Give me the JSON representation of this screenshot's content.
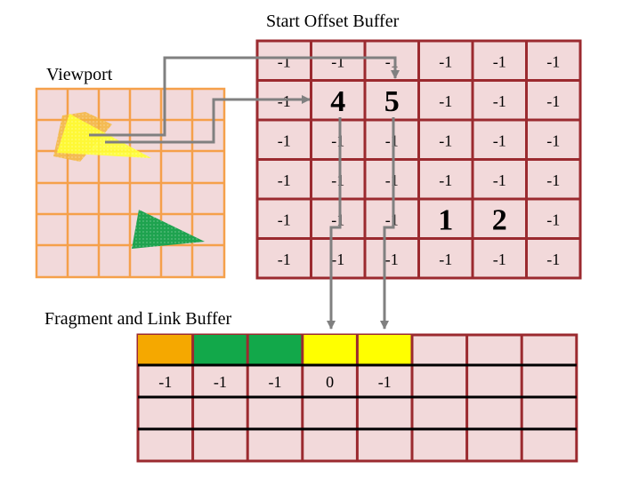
{
  "labels": {
    "viewport": "Viewport",
    "start_offset_buffer": "Start Offset Buffer",
    "fragment_link_buffer": "Fragment and Link Buffer"
  },
  "start_offset_buffer": {
    "cells": [
      [
        "-1",
        "-1",
        "-1",
        "-1",
        "-1",
        "-1"
      ],
      [
        "-1",
        "4",
        "5",
        "-1",
        "-1",
        "-1"
      ],
      [
        "-1",
        "-1",
        "-1",
        "-1",
        "-1",
        "-1"
      ],
      [
        "-1",
        "-1",
        "-1",
        "-1",
        "-1",
        "-1"
      ],
      [
        "-1",
        "-1",
        "-1",
        "1",
        "2",
        "-1"
      ],
      [
        "-1",
        "-1",
        "-1",
        "-1",
        "-1",
        "-1"
      ]
    ],
    "emphasized": [
      "4",
      "5",
      "1",
      "2"
    ]
  },
  "fragment_link_buffer": {
    "fragment_colors": [
      "#f5a800",
      "#12a84a",
      "#12a84a",
      "#ffff00",
      "#ffff00",
      "",
      "",
      ""
    ],
    "link_values": [
      "-1",
      "-1",
      "-1",
      "0",
      "-1",
      "",
      "",
      ""
    ],
    "blank_rows": 2
  },
  "colors": {
    "grid_fill": "#f2d9da",
    "grid_line": "#9b2a2f",
    "viewport_line": "#f5a04a",
    "arrow": "#808080",
    "yellow_triangle": "#ffff33",
    "orange_triangle": "#f5b53c",
    "green_triangle": "#1ea34f"
  },
  "icons": [
    "yellow-triangle-icon",
    "orange-triangle-icon",
    "green-triangle-icon"
  ]
}
